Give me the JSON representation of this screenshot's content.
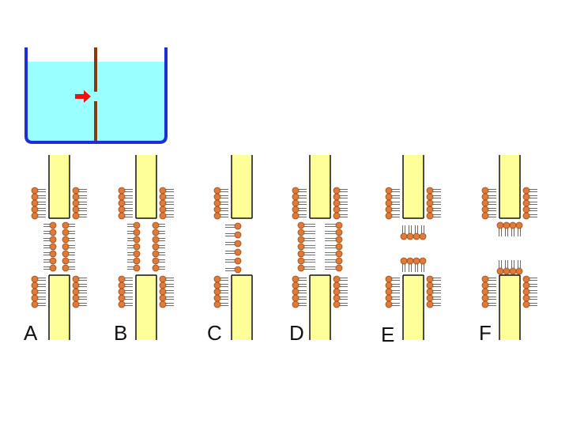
{
  "colors": {
    "water": "#99ffff",
    "tank_wall": "#1c2fd6",
    "membrane": "#8b3a10",
    "arrow": "#ee1111",
    "bead": "#e07a36",
    "bead_stroke": "#9a4a18",
    "pillar": "#ffff99",
    "pillar_stroke": "#111111",
    "tail": "#444444"
  },
  "beaker": {
    "arrow_icon": "right-arrow-icon"
  },
  "panels": [
    {
      "id": "A",
      "label": "A",
      "variant": "bilayer-narrow"
    },
    {
      "id": "B",
      "label": "B",
      "variant": "bilayer-wide"
    },
    {
      "id": "C",
      "label": "C",
      "variant": "monolayer"
    },
    {
      "id": "D",
      "label": "D",
      "variant": "bilayer-tails-in"
    },
    {
      "id": "E",
      "label": "E",
      "variant": "split-tails-in"
    },
    {
      "id": "F",
      "label": "F",
      "variant": "split-tails-out"
    }
  ]
}
